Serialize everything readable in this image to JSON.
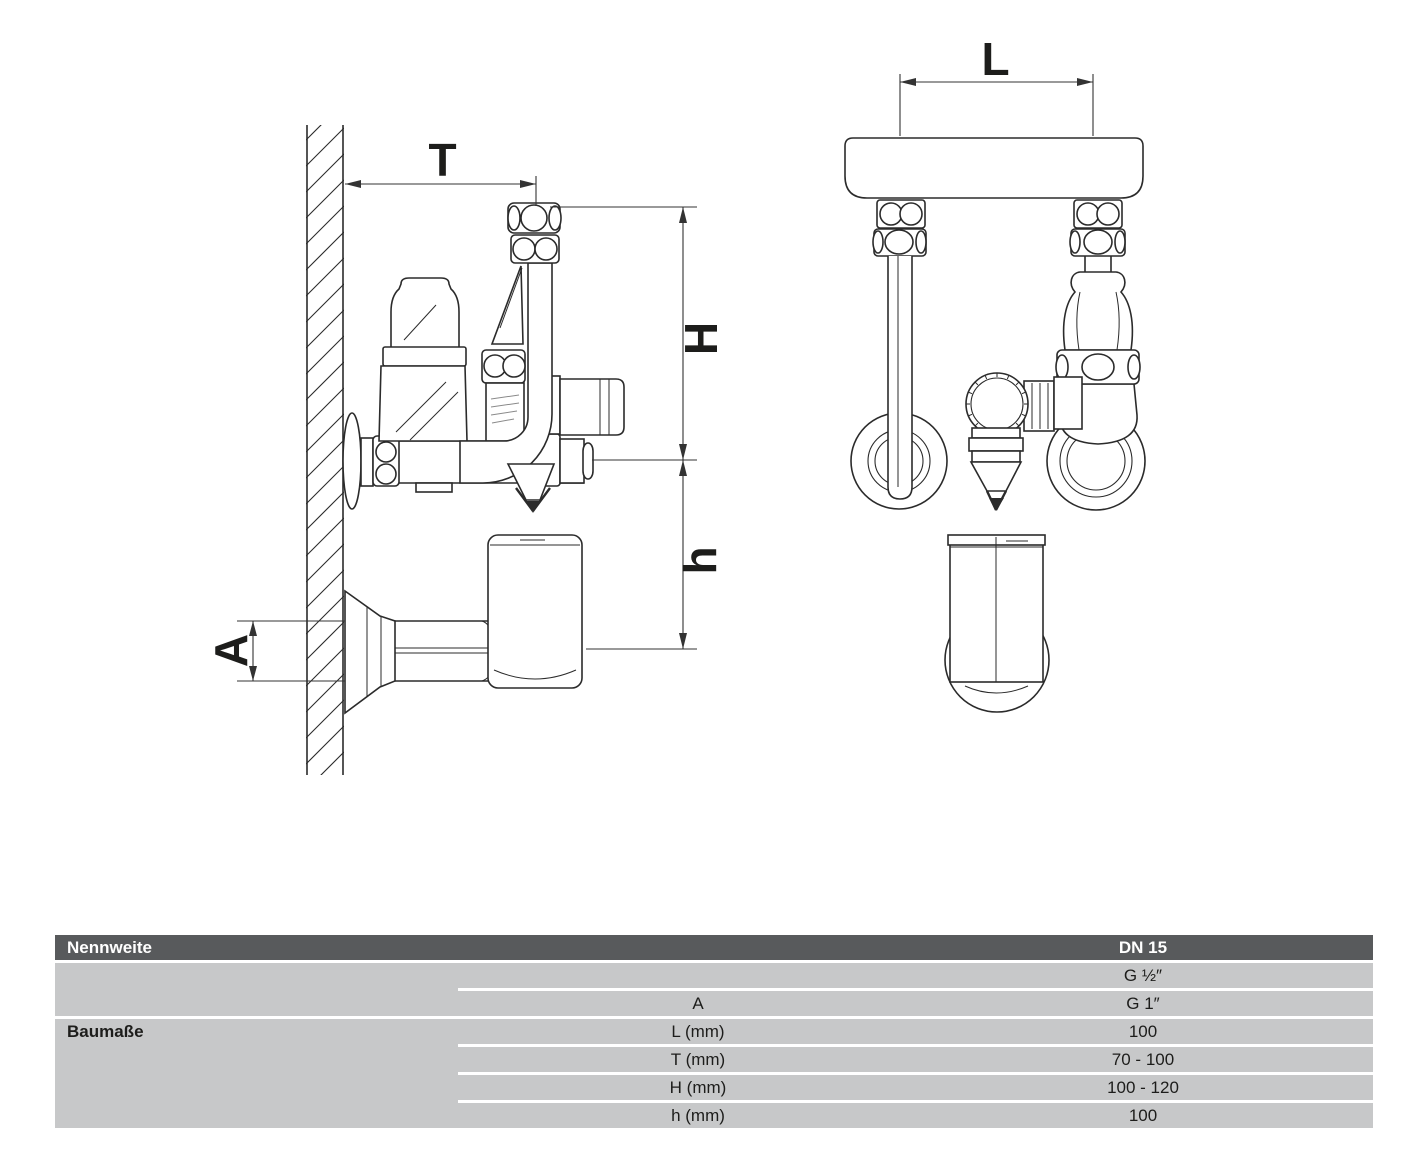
{
  "colors": {
    "line": "#2b2b2b",
    "dim_line": "#333333",
    "table_header_bg": "#585a5c",
    "table_header_text": "#ffffff",
    "table_row_bg": "#c7c8c9",
    "table_text": "#1d1d1b"
  },
  "drawing": {
    "side_view": {
      "dims": {
        "t": "T",
        "cap_h": "H",
        "small_h": "h",
        "a": "A"
      }
    },
    "front_view": {
      "dims": {
        "l": "L"
      }
    }
  },
  "table": {
    "header": {
      "label": "Nennweite",
      "value": "DN 15"
    },
    "group_label": "Baumaße",
    "rows": [
      {
        "param": "",
        "value": "G ½″"
      },
      {
        "param": "A",
        "value": "G 1″"
      },
      {
        "param": "L (mm)",
        "value": "100"
      },
      {
        "param": "T (mm)",
        "value": "70 - 100"
      },
      {
        "param": "H (mm)",
        "value": "100 - 120"
      },
      {
        "param": "h (mm)",
        "value": "100"
      }
    ]
  }
}
